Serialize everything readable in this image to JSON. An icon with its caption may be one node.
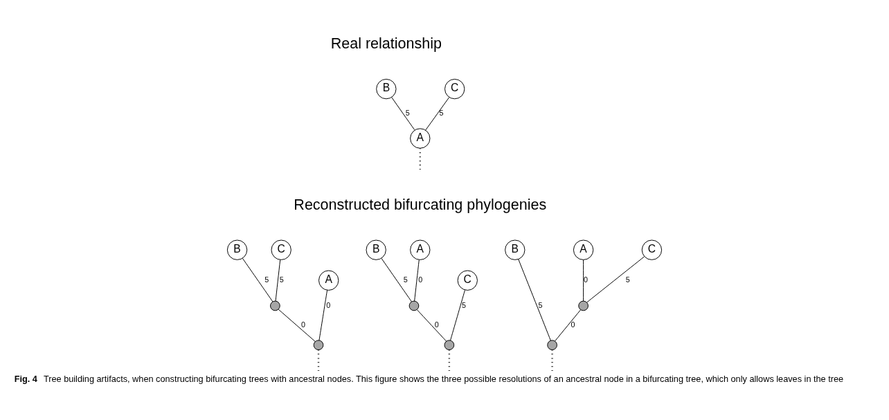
{
  "diagram": {
    "caption": "**Fig. 4** Tree building artifacts, when constructing bifurcating trees with ancestral nodes. This figure shows the three possible resolutions of an ancestral node in a bifurcating tree, which only allows leaves in the tree",
    "nodes": [
      {
        "text": [
          "B"
        ]
      },
      {
        "text": [
          "C"
        ]
      },
      {
        "text": [
          "A"
        ]
      },
      {
        "text": [
          "B"
        ]
      },
      {
        "text": [
          "C"
        ]
      },
      {
        "text": [],
        "shape": "circle"
      },
      {
        "text": [
          "A"
        ]
      },
      {
        "text": [],
        "shape": "circle"
      },
      {
        "text": [
          "B"
        ]
      },
      {
        "text": [
          "A"
        ]
      },
      {
        "text": [
          "C"
        ]
      },
      {
        "text": [],
        "shape": "circle"
      },
      {
        "text": [],
        "shape": "circle"
      },
      {
        "text": [
          "B"
        ]
      },
      {
        "text": [
          "A"
        ]
      },
      {
        "text": [
          "C"
        ]
      },
      {
        "text": [],
        "shape": "circle"
      },
      {
        "text": [],
        "shape": "circle"
      }
    ],
    "edges": [
      {
        "from": 0,
        "to": 2,
        "arrow": "none",
        "label": "5"
      },
      {
        "from": 1,
        "to": 2,
        "arrow": "none",
        "label": "5"
      },
      {
        "from": 2,
        "to": null,
        "arrow": "none",
        "style": "dashed"
      },
      {
        "from": 3,
        "to": 5,
        "arrow": "none",
        "label": "5"
      },
      {
        "from": 4,
        "to": 5,
        "arrow": "none",
        "label": "5"
      },
      {
        "from": 5,
        "to": 7,
        "arrow": "none",
        "label": "0"
      },
      {
        "from": 6,
        "to": 7,
        "arrow": "none",
        "label": "0"
      },
      {
        "from": 7,
        "to": null,
        "arrow": "none",
        "style": "dashed"
      },
      {
        "from": 8,
        "to": 11,
        "arrow": "none",
        "label": "5"
      },
      {
        "from": 9,
        "to": 11,
        "arrow": "none",
        "label": "0"
      },
      {
        "from": 11,
        "to": 12,
        "arrow": "none",
        "label": "0"
      },
      {
        "from": 10,
        "to": 12,
        "arrow": "none",
        "label": "5"
      },
      {
        "from": 12,
        "to": null,
        "arrow": "none",
        "style": "dashed"
      },
      {
        "from": 14,
        "to": 16,
        "arrow": "none",
        "label": "0"
      },
      {
        "from": 15,
        "to": 16,
        "arrow": "none",
        "label": "5"
      },
      {
        "from": 13,
        "to": 17,
        "arrow": "none",
        "label": "5"
      },
      {
        "from": 16,
        "to": 17,
        "arrow": "none",
        "label": "0"
      },
      {
        "from": 17,
        "to": null,
        "arrow": "none",
        "style": "dashed"
      }
    ],
    "labels": [
      "Real relationship",
      "Reconstructed bifurcating phylogenies"
    ]
  }
}
